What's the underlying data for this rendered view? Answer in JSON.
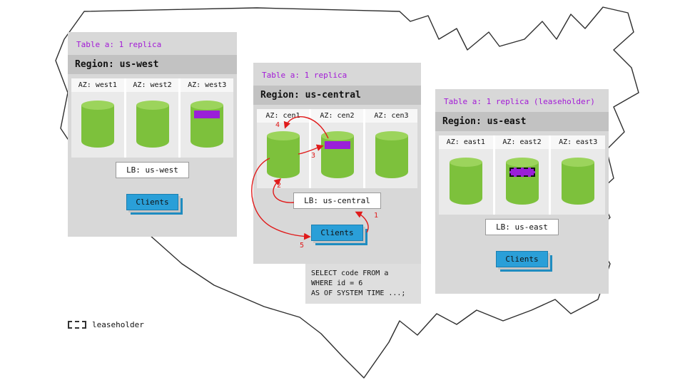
{
  "regions": [
    {
      "table_label": "Table a: 1 replica",
      "region_label": "Region: us-west",
      "azs": [
        {
          "label": "AZ: west1"
        },
        {
          "label": "AZ: west2"
        },
        {
          "label": "AZ: west3"
        }
      ],
      "lb_label": "LB: us-west",
      "clients_label": "Clients"
    },
    {
      "table_label": "Table a: 1 replica",
      "region_label": "Region: us-central",
      "azs": [
        {
          "label": "AZ: cen1"
        },
        {
          "label": "AZ: cen2"
        },
        {
          "label": "AZ: cen3"
        }
      ],
      "lb_label": "LB: us-central",
      "clients_label": "Clients"
    },
    {
      "table_label": "Table a: 1 replica (leaseholder)",
      "region_label": "Region: us-east",
      "azs": [
        {
          "label": "AZ: east1"
        },
        {
          "label": "AZ: east2"
        },
        {
          "label": "AZ: east3"
        }
      ],
      "lb_label": "LB: us-east",
      "clients_label": "Clients"
    }
  ],
  "sql": {
    "lines": [
      "SELECT code FROM a",
      "WHERE id = 6",
      "AS OF SYSTEM TIME ...;"
    ]
  },
  "arrows": {
    "labels": [
      "1",
      "2",
      "3",
      "4",
      "5"
    ]
  },
  "legend": {
    "label": "leaseholder"
  },
  "colors": {
    "panel_bg": "#d8d8d8",
    "region_bar": "#c2c2c2",
    "table_label_purple": "#a21ad6",
    "replica_green": "#7dc13c",
    "range_purple": "#9a1fd8",
    "clients_blue": "#2a9fd8",
    "arrow_red": "#e01b1b"
  }
}
